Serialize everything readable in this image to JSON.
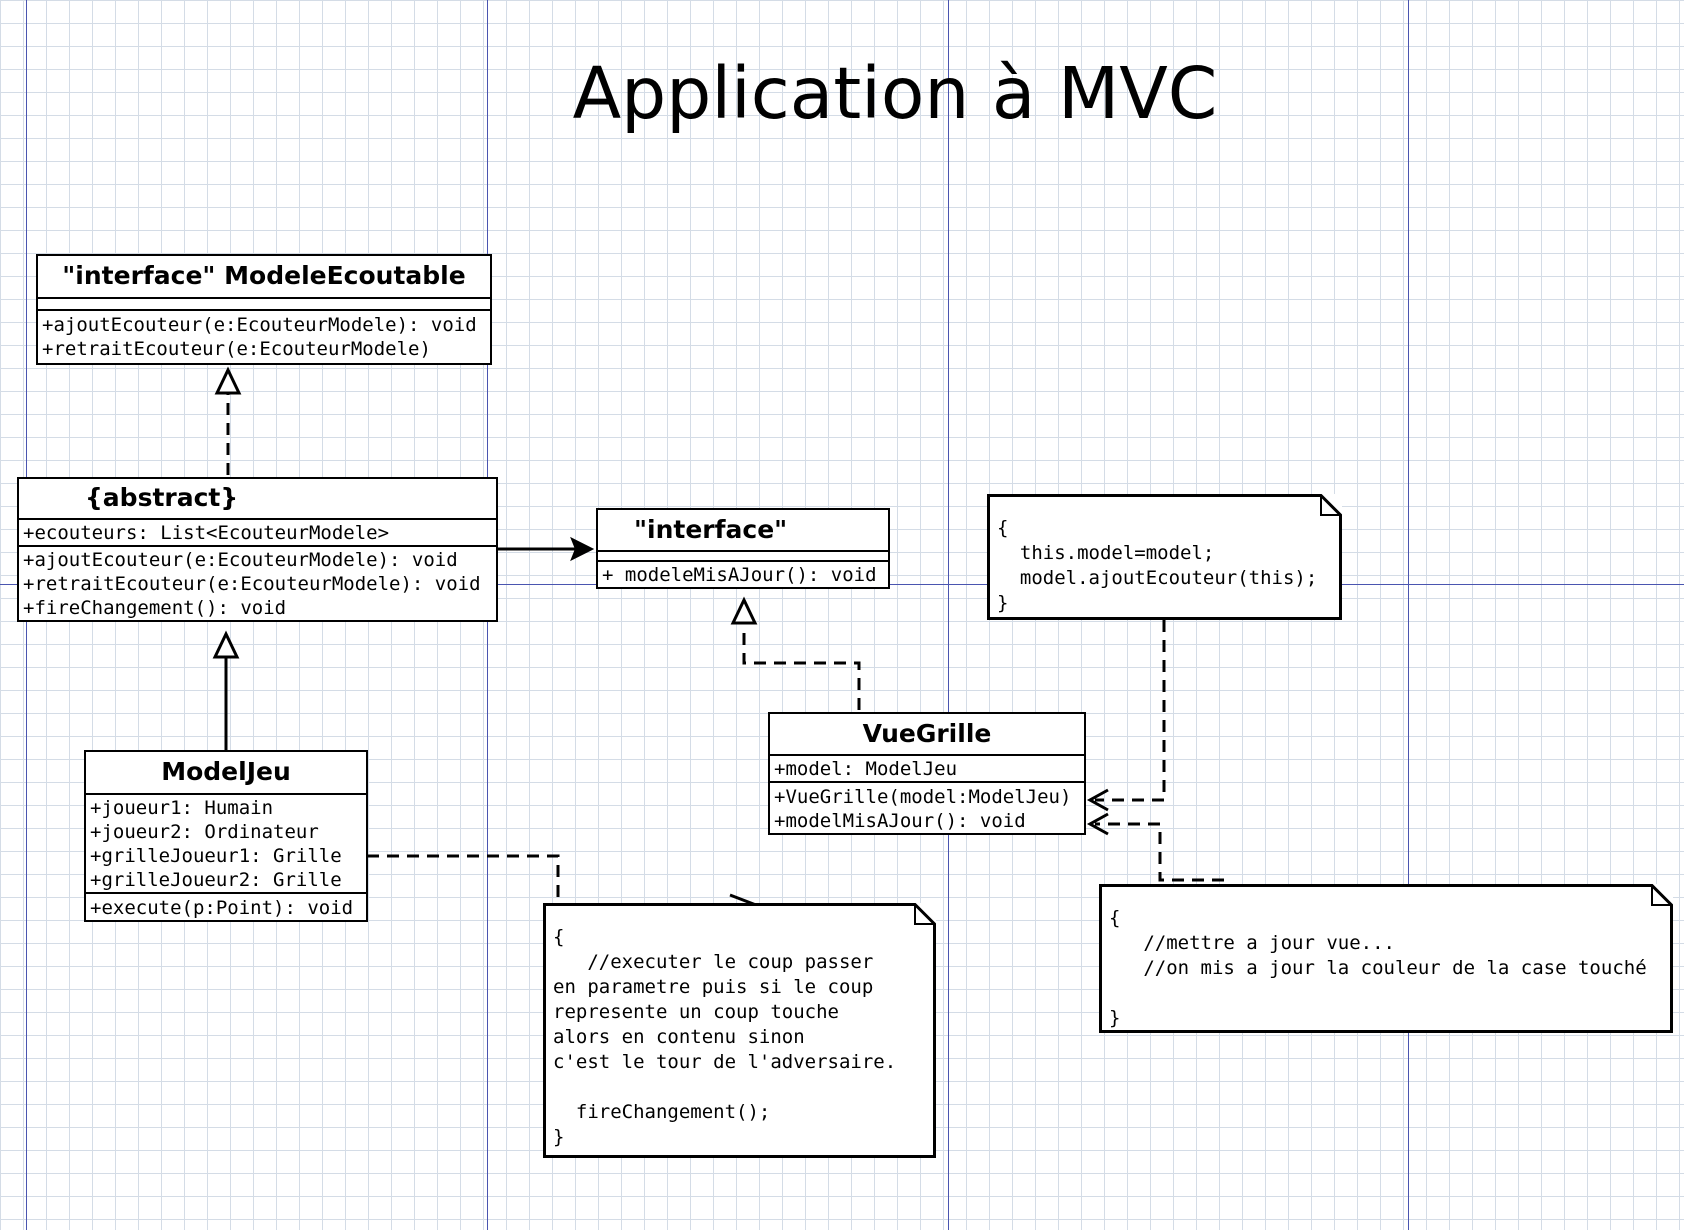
{
  "title": "Application à MVC",
  "classes": {
    "modele_ecoutable": {
      "name": "\"interface\" ModeleEcoutable",
      "attributes": [],
      "methods": [
        "+ajoutEcouteur(e:EcouteurModele): void",
        "+retraitEcouteur(e:EcouteurModele)"
      ]
    },
    "abstract": {
      "name": "{abstract}",
      "attributes": [
        "+ecouteurs: List<EcouteurModele>"
      ],
      "methods": [
        "+ajoutEcouteur(e:EcouteurModele): void",
        "+retraitEcouteur(e:EcouteurModele): void",
        "+fireChangement(): void"
      ]
    },
    "interface_vue": {
      "name": "\"interface\"",
      "attributes": [],
      "methods": [
        "+ modeleMisAJour(): void"
      ]
    },
    "model_jeu": {
      "name": "ModelJeu",
      "attributes": [
        "+joueur1: Humain",
        "+joueur2: Ordinateur",
        "+grilleJoueur1: Grille",
        "+grilleJoueur2: Grille"
      ],
      "methods": [
        "+execute(p:Point): void"
      ]
    },
    "vue_grille": {
      "name": "VueGrille",
      "attributes": [
        "+model: ModelJeu"
      ],
      "methods": [
        "+VueGrille(model:ModelJeu)",
        "+modelMisAJour(): void"
      ]
    }
  },
  "notes": {
    "constructor_note": "{\n  this.model=model;\n  model.ajoutEcouteur(this);\n}",
    "execute_note": "{\n   //executer le coup passer\nen parametre puis si le coup\nrepresente un coup touche\nalors en contenu sinon\nc'est le tour de l'adversaire.\n\n  fireChangement();\n}",
    "update_note": "{\n   //mettre a jour vue...\n   //on mis a jour la couleur de la case touché\n\n}"
  },
  "colors": {
    "guide_line": "#4a55b0",
    "grid": "#d4dce6",
    "stroke": "#000000"
  }
}
